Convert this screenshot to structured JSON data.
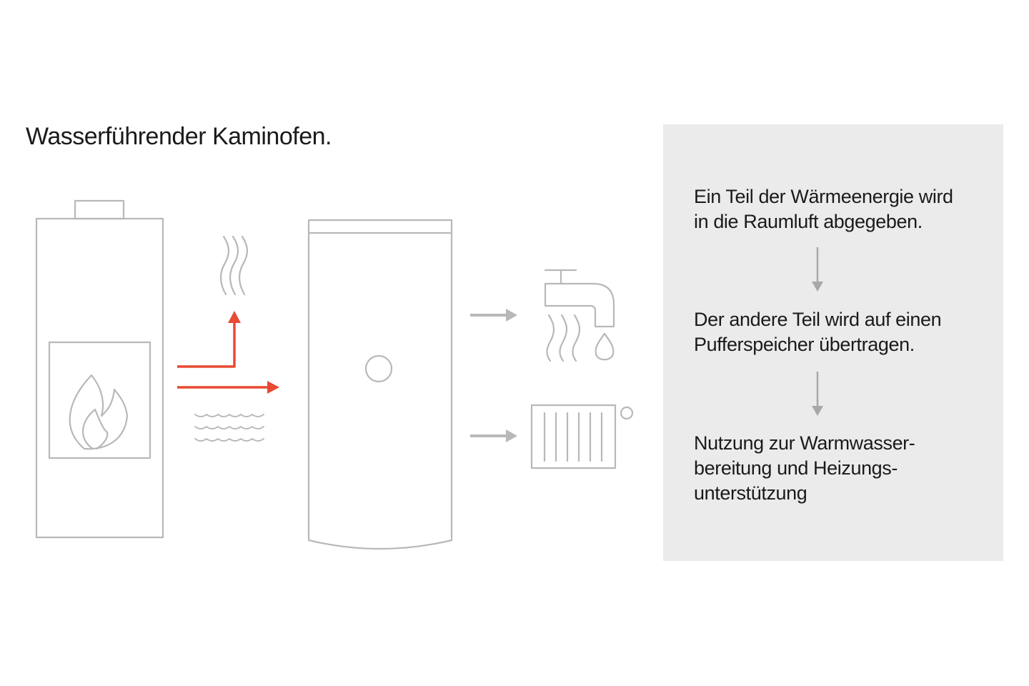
{
  "title": "Wasserführender Kaminofen.",
  "colors": {
    "line": "#b8b8b8",
    "accent": "#e84a33",
    "panel": "#ebebeb"
  },
  "icons": [
    "stove-icon",
    "flame-icon",
    "heat-waves-icon",
    "water-waves-icon",
    "buffer-tank-icon",
    "faucet-icon",
    "water-drop-icon",
    "radiator-icon"
  ],
  "steps": [
    {
      "line1": "Ein Teil der Wärmeenergie wird",
      "line2": "in die Raumluft abgegeben."
    },
    {
      "line1": "Der andere Teil wird auf einen",
      "line2": "Pufferspeicher übertragen."
    },
    {
      "line1": "Nutzung zur Warmwasser-",
      "line2": "bereitung und Heizungs-",
      "line3": "unterstützung"
    }
  ]
}
